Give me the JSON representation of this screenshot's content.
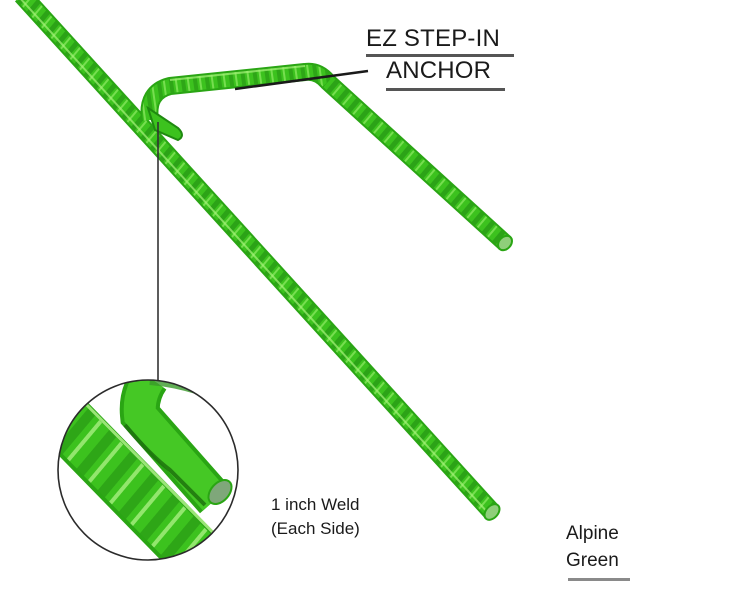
{
  "product": {
    "title_line1": "EZ STEP-IN",
    "title_line2": "ANCHOR"
  },
  "callouts": {
    "weld_line1": "1 inch Weld",
    "weld_line2": "(Each Side)"
  },
  "color_label": {
    "line1": "Alpine",
    "line2": "Green"
  },
  "colors": {
    "rebar_green": "#3cc21e",
    "rebar_light": "#7be34a",
    "rebar_dark": "#1f8a10",
    "line_color": "#1a1a1a",
    "background": "#ffffff"
  },
  "images": {
    "main": "green-u-shaped-rebar-anchor",
    "detail": "weld-closeup-circle"
  }
}
